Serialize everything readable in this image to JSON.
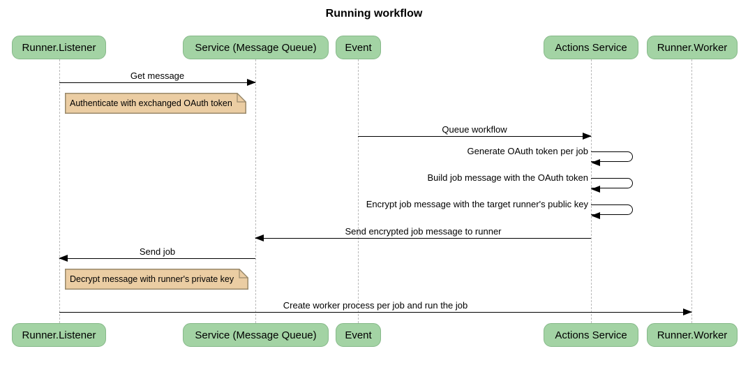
{
  "title": "Running workflow",
  "actors": [
    {
      "id": "runner-listener",
      "label": "Runner.Listener"
    },
    {
      "id": "service-message-queue",
      "label": "Service (Message Queue)"
    },
    {
      "id": "event",
      "label": "Event"
    },
    {
      "id": "actions-service",
      "label": "Actions Service"
    },
    {
      "id": "runner-worker",
      "label": "Runner.Worker"
    }
  ],
  "messages": [
    {
      "label": "Get message",
      "from": "Runner.Listener",
      "to": "Service (Message Queue)",
      "direction": "right"
    },
    {
      "label": "Queue workflow",
      "from": "Event",
      "to": "Actions Service",
      "direction": "right"
    },
    {
      "label": "Send encrypted job message to runner",
      "from": "Actions Service",
      "to": "Service (Message Queue)",
      "direction": "left"
    },
    {
      "label": "Send job",
      "from": "Service (Message Queue)",
      "to": "Runner.Listener",
      "direction": "left"
    },
    {
      "label": "Create worker process per job and run the job",
      "from": "Runner.Listener",
      "to": "Runner.Worker",
      "direction": "right"
    }
  ],
  "self_messages": [
    {
      "label": "Generate OAuth token per job",
      "actor": "Actions Service"
    },
    {
      "label": "Build job message with the OAuth token",
      "actor": "Actions Service"
    },
    {
      "label": "Encrypt job message with the target runner's public key",
      "actor": "Actions Service"
    }
  ],
  "notes": [
    {
      "label": "Authenticate with exchanged OAuth token",
      "anchor": "Runner.Listener"
    },
    {
      "label": "Decrypt message with runner's private key",
      "anchor": "Runner.Listener"
    }
  ],
  "colors": {
    "actor_fill": "#a3d3a4",
    "actor_border": "#86b989",
    "note_fill": "#ebcda3",
    "note_border": "#99896b",
    "lifeline": "#b9b9b9",
    "line": "#000000",
    "text": "#000000",
    "background": "#ffffff"
  }
}
